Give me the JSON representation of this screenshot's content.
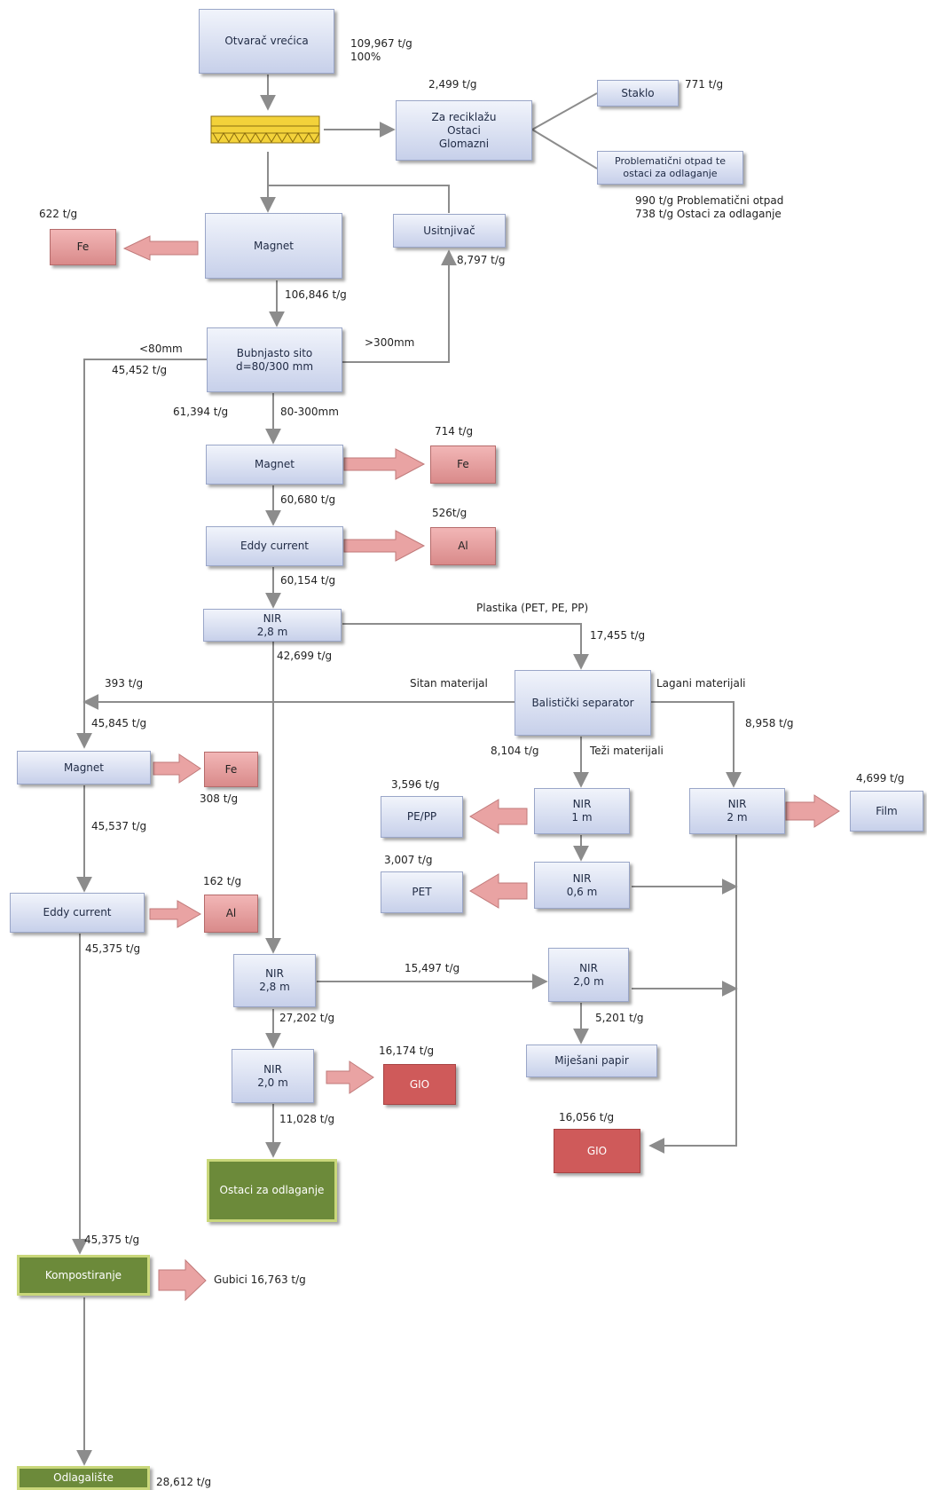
{
  "boxes": {
    "otvarac": "Otvarač vrećica",
    "reciklaza": "Za reciklažu\nOstaci\nGlomazni",
    "staklo": "Staklo",
    "problematicni": "Problematični otpad te\nostaci za odlaganje",
    "usitnjivac": "Usitnjivač",
    "magnet1": "Magnet",
    "fe1": "Fe",
    "bubnjasto": "Bubnjasto sito\nd=80/300 mm",
    "magnet2": "Magnet",
    "fe2": "Fe",
    "eddy1": "Eddy current",
    "al1": "Al",
    "nir1": "NIR\n2,8 m",
    "balisticki": "Balistički separator",
    "magnet3": "Magnet",
    "fe3": "Fe",
    "nir1m": "NIR\n1 m",
    "pepp": "PE/PP",
    "nir2m": "NIR\n2 m",
    "film": "Film",
    "nir06": "NIR\n0,6 m",
    "pet": "PET",
    "eddy2": "Eddy current",
    "al2": "Al",
    "nir28b": "NIR\n2,8 m",
    "nir20a": "NIR\n2,0 m",
    "mijesani": "Miješani papir",
    "nir20b": "NIR\n2,0 m",
    "gio1": "GIO",
    "gio2": "GIO",
    "ostaci": "Ostaci za odlaganje",
    "kompostiranje": "Kompostiranje",
    "odlagaliste": "Odlagalište"
  },
  "labels": {
    "in_total": "109,967 t/g\n100%",
    "recycle": "2,499 t/g",
    "staklo": "771 t/g",
    "problem": "990 t/g Problematični otpad\n738 t/g Ostaci za odlaganje",
    "fe1": "622 t/g",
    "usitnjivac": "8,797 t/g",
    "after_magnet1": "106,846 t/g",
    "lt80": "<80mm",
    "gt300": ">300mm",
    "fine1": "45,452 t/g",
    "mid_flow": "61,394 t/g",
    "range": "80-300mm",
    "fe2": "714 t/g",
    "after_magnet2": "60,680 t/g",
    "al1": "526t/g",
    "after_eddy1": "60,154 t/g",
    "plastika": "Plastika (PET, PE, PP)",
    "plastika_flow": "17,455 t/g",
    "after_nir1": "42,699 t/g",
    "sitan": "Sitan materijal",
    "lagani": "Lagani materijali",
    "sitan_flow": "393 t/g",
    "fine_total": "45,845 t/g",
    "lagani_flow": "8,958 t/g",
    "tezi_flow": "8,104 t/g",
    "tezi": "Teži materijali",
    "pepp": "3,596 t/g",
    "film": "4,699 t/g",
    "fe3": "308 t/g",
    "after_magnet3": "45,537 t/g",
    "pet": "3,007 t/g",
    "al2": "162 t/g",
    "after_eddy2": "45,375 t/g",
    "paper_flow": "15,497 t/g",
    "after_nir28b": "27,202 t/g",
    "mijesani": "5,201 t/g",
    "gio1": "16,174 t/g",
    "gio2": "16,056 t/g",
    "after_nir20b": "11,028 t/g",
    "kompost_in": "45,375 t/g",
    "gubici": "Gubici 16,763 t/g",
    "odlagaliste": "28,612 t/g"
  },
  "colors": {
    "line": "#8c8c8c",
    "arrow_fill": "#e9a3a3",
    "arrow_stroke": "#c07a7a",
    "screen_fill": "#f3d23a",
    "screen_stroke": "#8a6d10"
  }
}
